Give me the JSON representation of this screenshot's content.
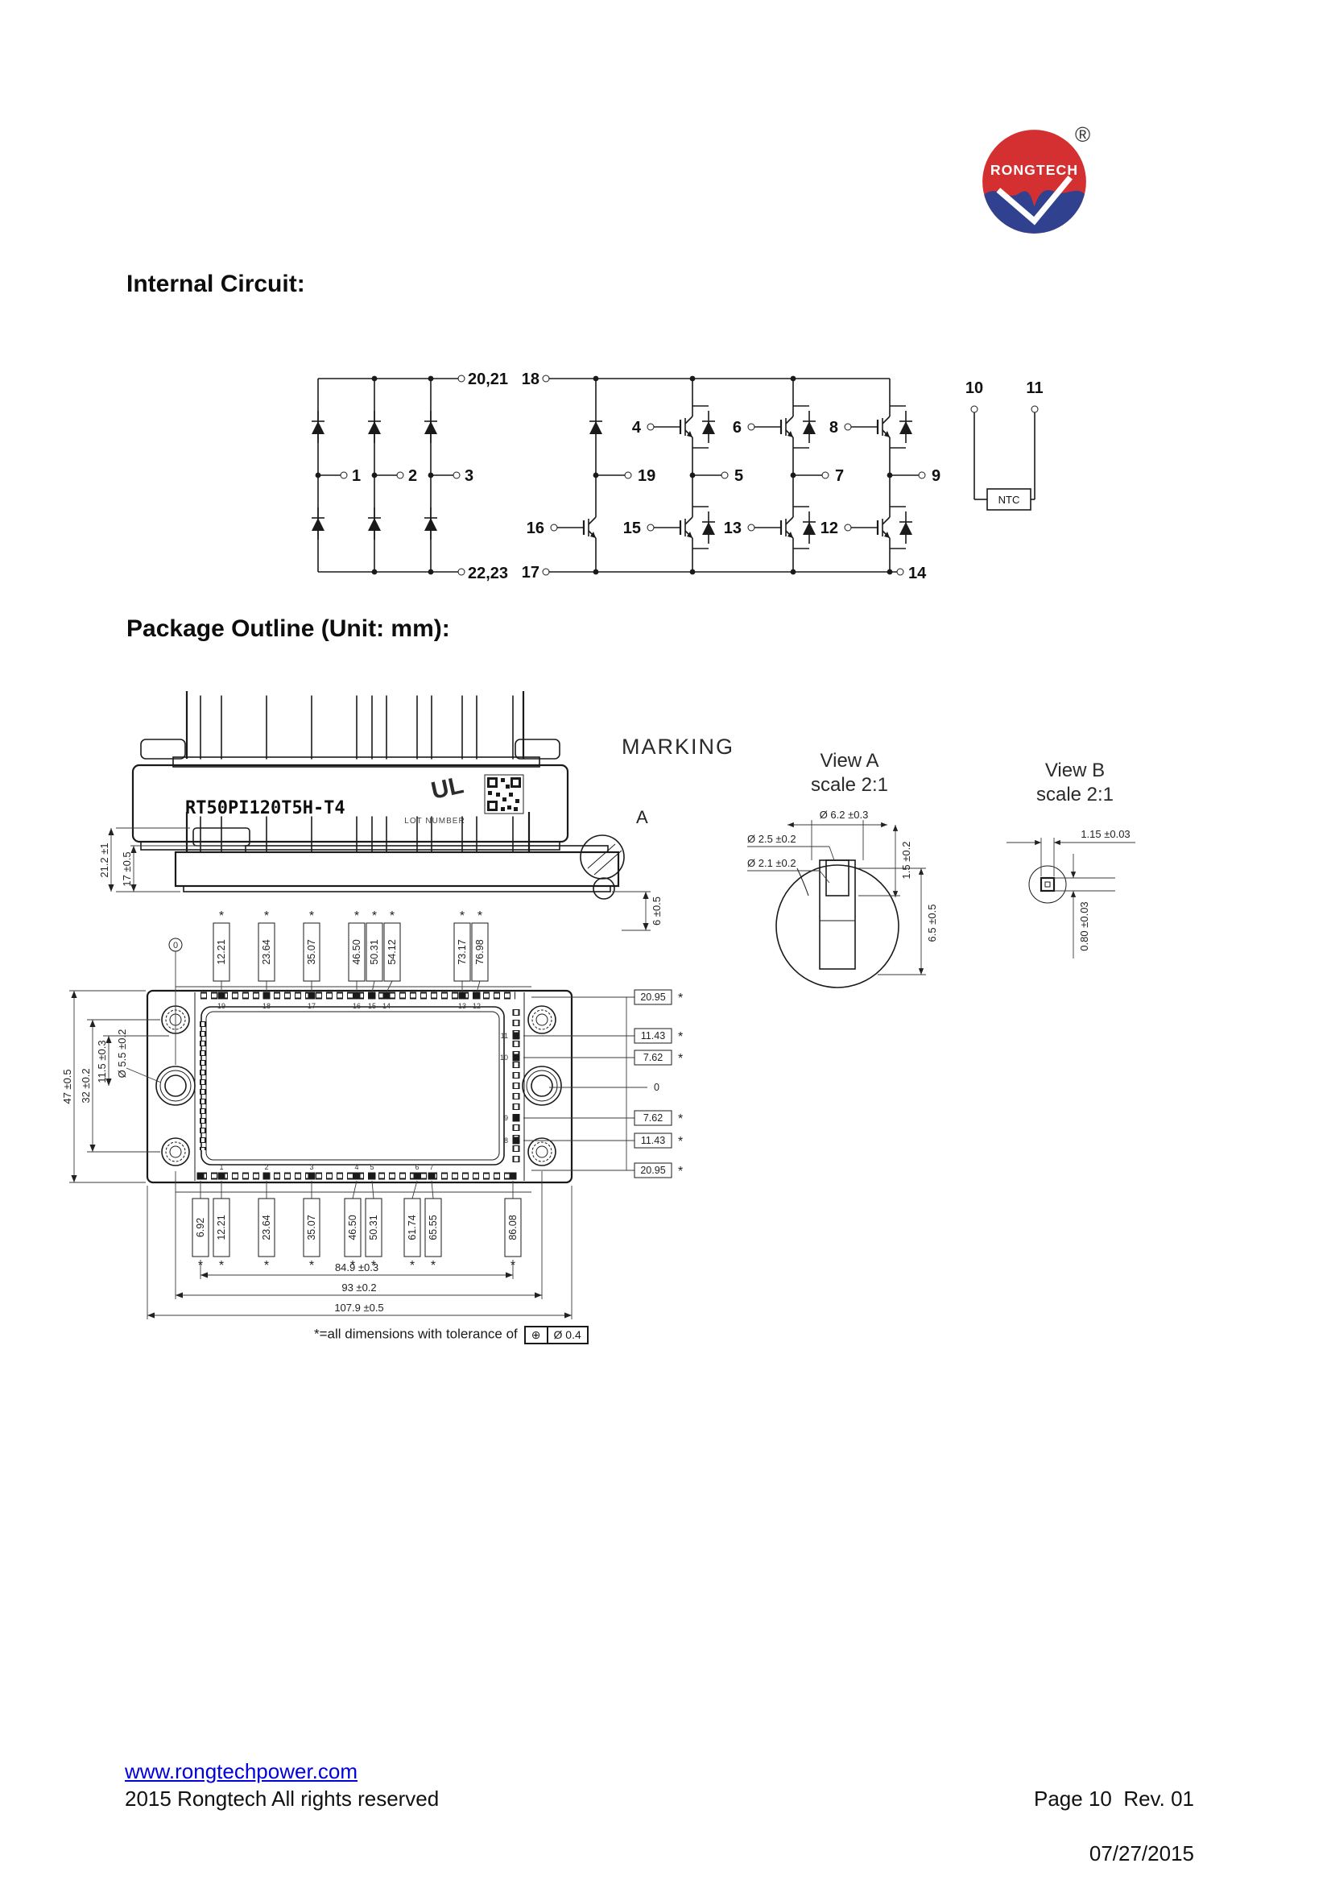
{
  "logo": {
    "brand": "RONGTECH",
    "registered": "®"
  },
  "sections": {
    "internal_circuit": "Internal Circuit:",
    "package_outline": "Package Outline (Unit: mm):"
  },
  "circuit": {
    "rectifier": {
      "top": "20,21",
      "bottom": "22,23",
      "ac": [
        "1",
        "2",
        "3"
      ]
    },
    "inverter": {
      "p": "18",
      "n_left": "17",
      "n_right": "14",
      "brake_gate": "16",
      "brake_out": "19",
      "hs_gates": [
        "4",
        "6",
        "8"
      ],
      "ls_gates": [
        "15",
        "13",
        "12"
      ],
      "outs": [
        "5",
        "7",
        "9"
      ]
    },
    "ntc": {
      "t1": "10",
      "t2": "11",
      "label": "NTC"
    }
  },
  "marking": {
    "part_number": "RT50PI120T5H-T4",
    "ul": "UL",
    "lot": "LOT NUMBER",
    "label": "MARKING"
  },
  "side_view": {
    "h_total": "21.2 ±1",
    "h_body": "17 ±0.5",
    "detail": "A",
    "pin_dim": "6 ±0.5"
  },
  "outline": {
    "asterisk": "*",
    "datum": "0",
    "top_dims": [
      "12.21",
      "23.64",
      "35.07",
      "46.50",
      "50.31",
      "54.12",
      "73.17",
      "76.98"
    ],
    "top_pins": [
      "19",
      "18",
      "17",
      "16",
      "15",
      "14",
      "13",
      "12"
    ],
    "bottom_pins": [
      "1",
      "2",
      "3",
      "4",
      "5",
      "6",
      "7"
    ],
    "bottom_dims": [
      "6.92",
      "12.21",
      "23.64",
      "35.07",
      "46.50",
      "50.31",
      "61.74",
      "65.55",
      "86.08"
    ],
    "left_dims": [
      "47 ±0.5",
      "32 ±0.2",
      "11.5 ±0.3",
      "Ø 5.5 ±0.2"
    ],
    "right_dims": [
      "20.95",
      "11.43",
      "7.62",
      "0",
      "7.62",
      "11.43",
      "20.95"
    ],
    "right_pins": [
      "11",
      "10",
      "9",
      "8"
    ],
    "width_dims": [
      "84.9 ±0.3",
      "93 ±0.2",
      "107.9 ±0.5"
    ],
    "footnote": "*=all dimensions with tolerance of",
    "tol_symbol": "⊕",
    "tol_value": "Ø 0.4"
  },
  "view_a": {
    "title": "View A",
    "scale": "scale 2:1",
    "d_outer": "Ø 6.2 ±0.3",
    "d_mid": "Ø 2.5 ±0.2",
    "d_inner": "Ø 2.1 ±0.2",
    "step": "1.5 ±0.2",
    "depth": "6.5 ±0.5"
  },
  "view_b": {
    "title": "View B",
    "scale": "scale 2:1",
    "w": "1.15 ±0.03",
    "h": "0.80 ±0.03"
  },
  "footer": {
    "url": "www.rongtechpower.com",
    "copyright": "2015 Rongtech All rights reserved",
    "page": "Page 10  Rev. 01",
    "date": "07/27/2015"
  }
}
